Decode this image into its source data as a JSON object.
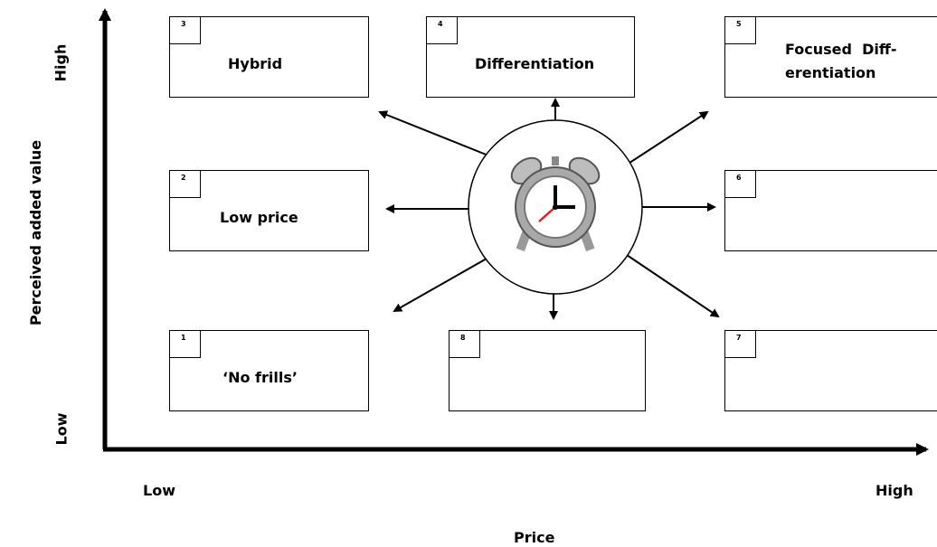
{
  "y_axis": {
    "title": "Perceived added value",
    "low": "Low",
    "high": "High"
  },
  "x_axis": {
    "title": "Price",
    "low": "Low",
    "high": "High"
  },
  "cells": [
    {
      "number": "3",
      "label": "Hybrid"
    },
    {
      "number": "4",
      "label": "Differentiation"
    },
    {
      "number": "5",
      "label_line1": "Focused  Diff-",
      "label_line2": "erentiation"
    },
    {
      "number": "2",
      "label": "Low price"
    },
    {
      "number": "6",
      "label": ""
    },
    {
      "number": "1",
      "label": "‘No frills’"
    },
    {
      "number": "8",
      "label": ""
    },
    {
      "number": "7",
      "label": ""
    }
  ],
  "center_icon": "alarm-clock-icon",
  "colors": {
    "line": "#000000",
    "background": "#ffffff",
    "clock_hand": "#e02020"
  }
}
